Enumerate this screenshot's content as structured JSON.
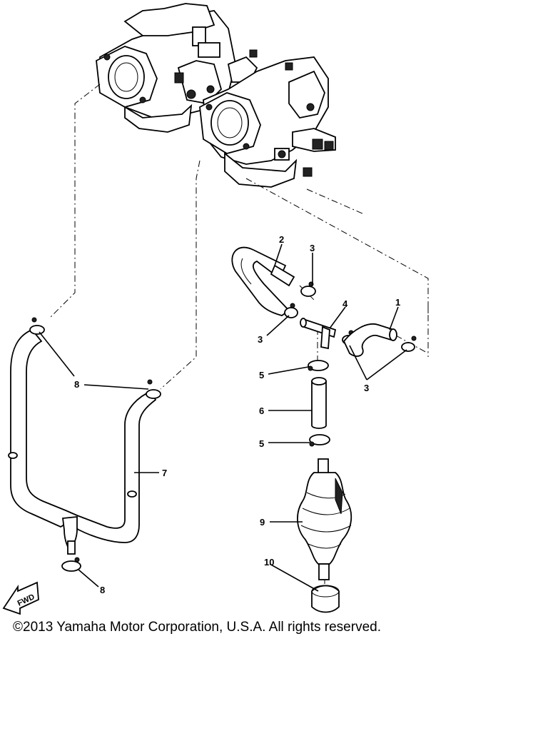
{
  "diagram": {
    "callouts": [
      {
        "id": "c-1",
        "label": "1"
      },
      {
        "id": "c-2",
        "label": "2"
      },
      {
        "id": "c-3a",
        "label": "3"
      },
      {
        "id": "c-3b",
        "label": "3"
      },
      {
        "id": "c-3c",
        "label": "3"
      },
      {
        "id": "c-4",
        "label": "4"
      },
      {
        "id": "c-5a",
        "label": "5"
      },
      {
        "id": "c-5b",
        "label": "5"
      },
      {
        "id": "c-6",
        "label": "6"
      },
      {
        "id": "c-7",
        "label": "7"
      },
      {
        "id": "c-8a",
        "label": "8"
      },
      {
        "id": "c-8b",
        "label": "8"
      },
      {
        "id": "c-9",
        "label": "9"
      },
      {
        "id": "c-10",
        "label": "10"
      }
    ],
    "fwd_label": "FWD",
    "copyright": "©2013 Yamaha Motor Corporation, U.S.A. All rights reserved."
  }
}
